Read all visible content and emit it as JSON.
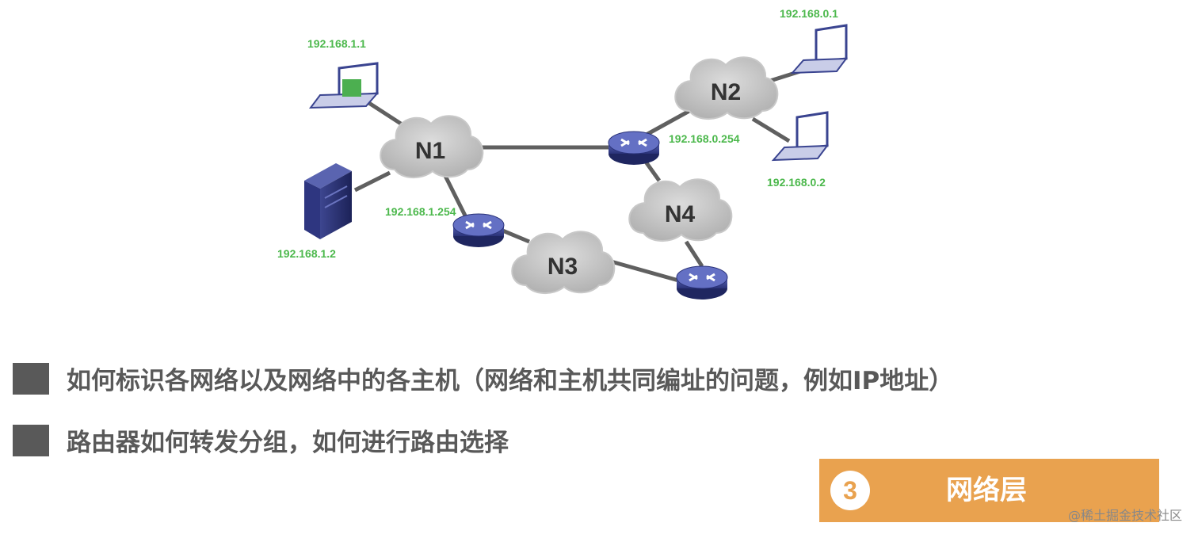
{
  "diagram": {
    "networks": [
      "N1",
      "N2",
      "N3",
      "N4"
    ],
    "ips": {
      "laptop1": "192.168.1.1",
      "server": "192.168.1.2",
      "router1": "192.168.1.254",
      "router2": "192.168.0.254",
      "laptop2": "192.168.0.1",
      "laptop3": "192.168.0.2"
    },
    "ip_color": "#4CB84C"
  },
  "bullets": [
    "如何标识各网络以及网络中的各主机（网络和主机共同编址的问题，例如IP地址）",
    "路由器如何转发分组，如何进行路由选择"
  ],
  "layer": {
    "number": "3",
    "label": "网络层",
    "color": "#E9A24F"
  },
  "credit": "@稀土掘金技术社区"
}
